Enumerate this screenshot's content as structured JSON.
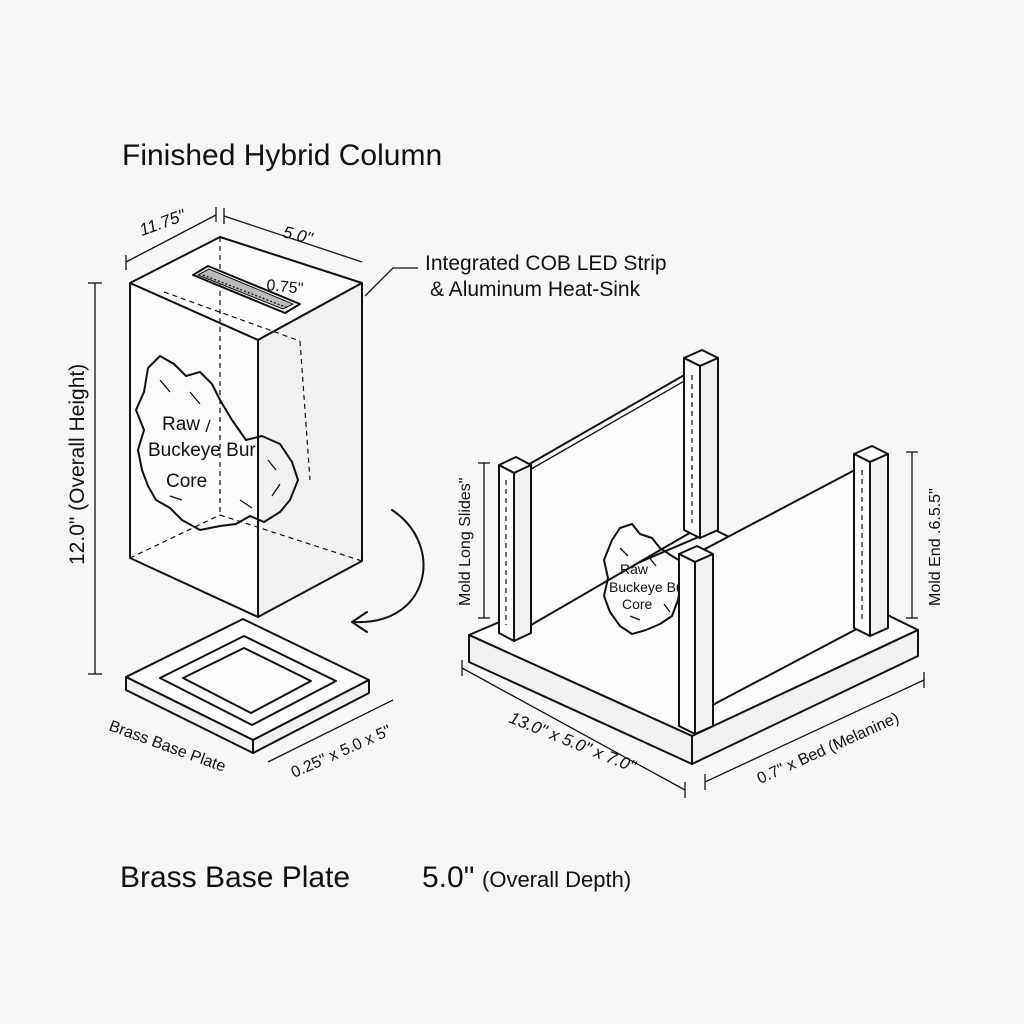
{
  "title": "Finished Hybrid Column",
  "column": {
    "width_dim": "11.75\"",
    "depth_dim": "5.0\"",
    "slot_dim": "0.75\"",
    "height_dim": "12.0\" (Overall Height)",
    "core_line1": "Raw",
    "core_line2": "Buckeye Burl",
    "core_line3": "Core"
  },
  "led_label_line1": "Integrated COB LED Strip",
  "led_label_line2": "& Aluminum Heat-Sink",
  "base": {
    "label": "Brass Base Plate",
    "dims": "0.25\" x 5.0 x 5\""
  },
  "mold": {
    "long_sides": "Mold Long Slides\"",
    "end": "Mold End .6.5.5\"",
    "core_line1": "Raw",
    "core_line2": "Buckeye Burl",
    "core_line3": "Core",
    "dims": "13.0\" x 5.0\" x 7.0\"",
    "bed": "0.7\" x Bed (Melanine)"
  },
  "footer": {
    "left": "Brass Base Plate",
    "value": "5.0\"",
    "value_note": "(Overall Depth)"
  }
}
